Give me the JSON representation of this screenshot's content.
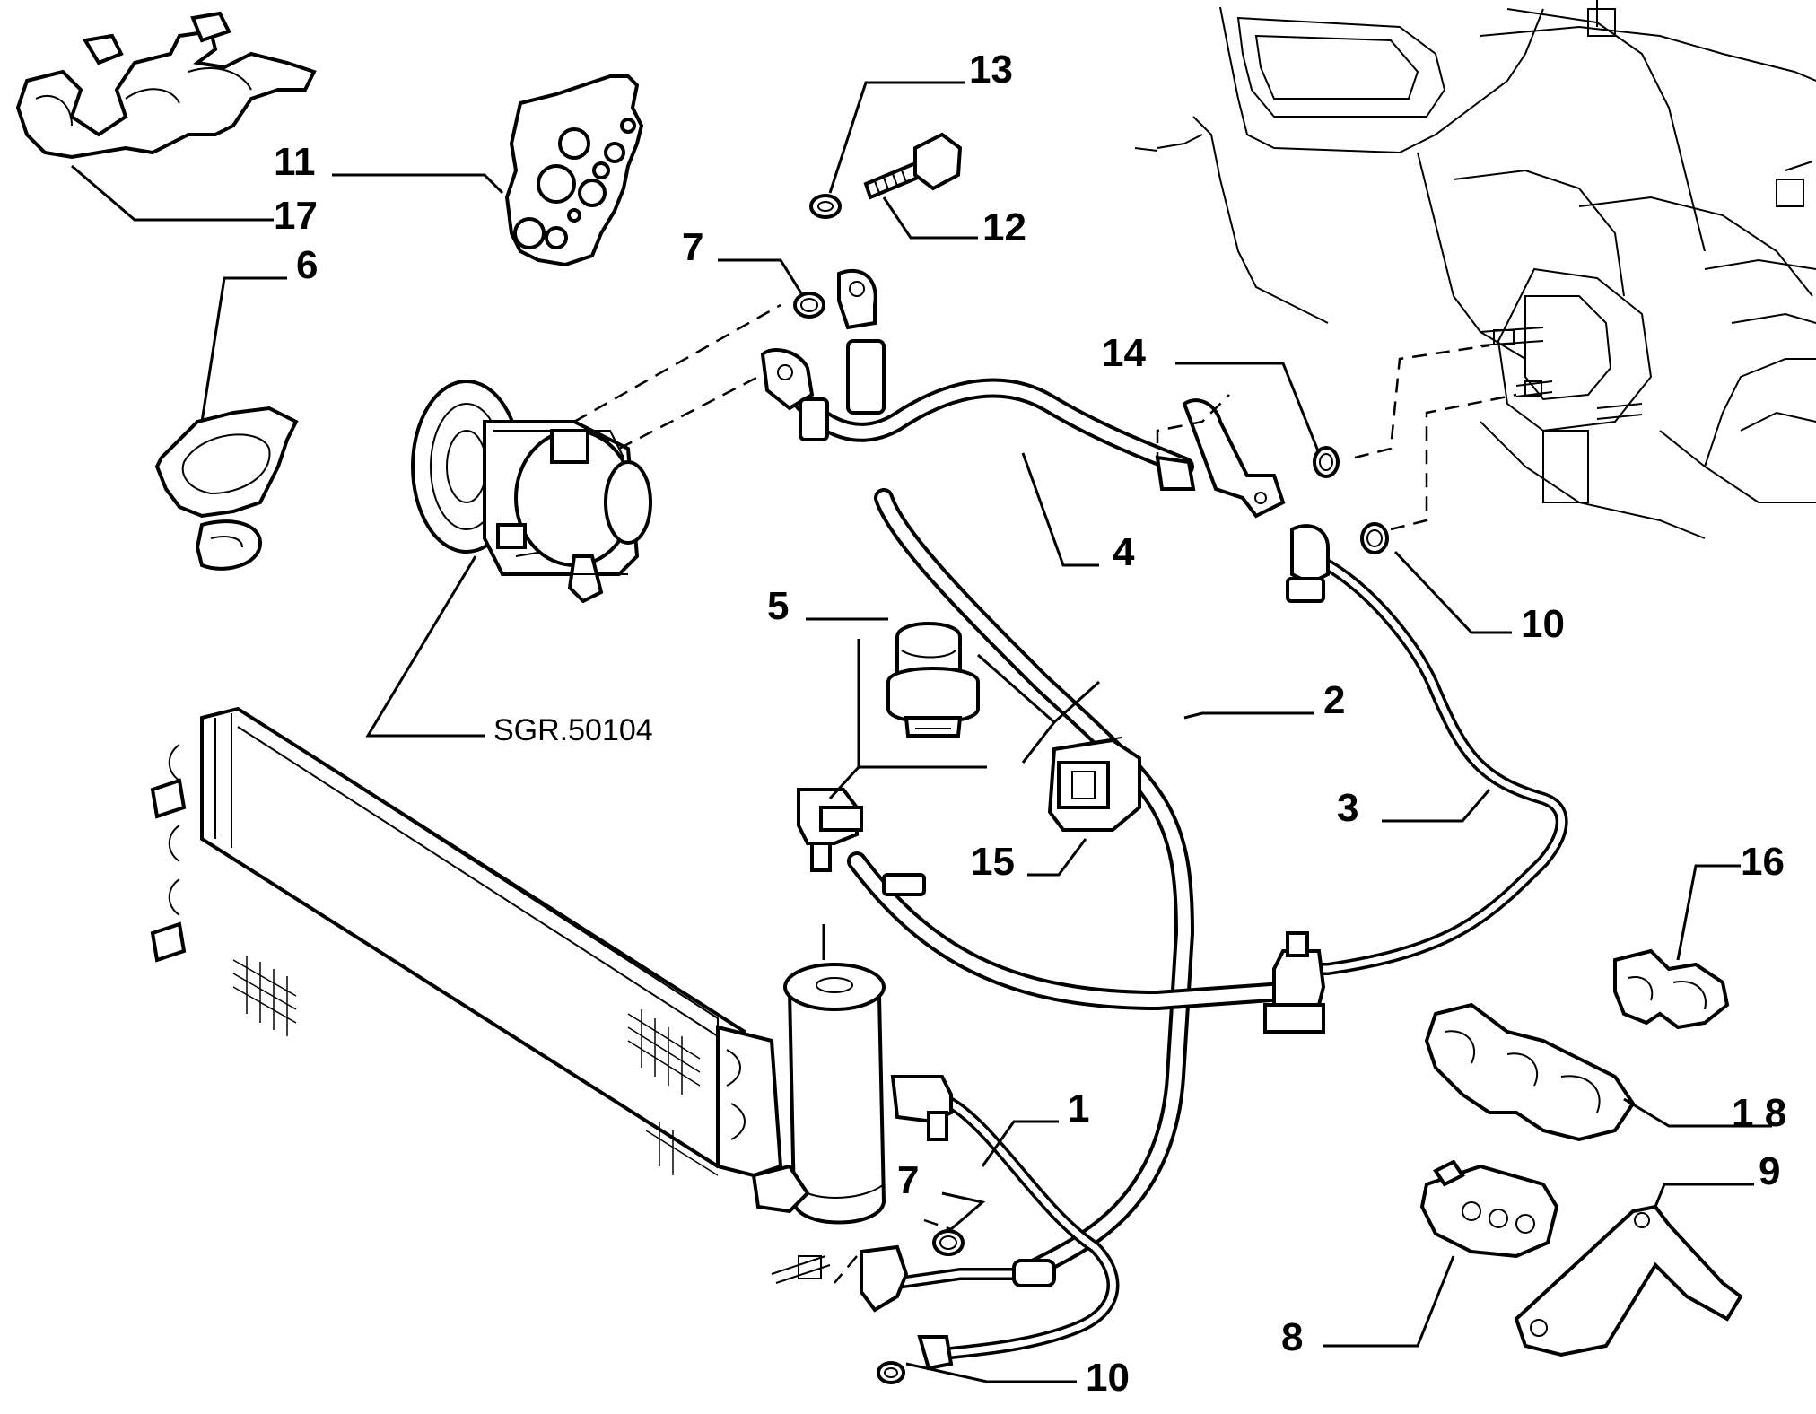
{
  "diagram": {
    "reference_label": "SGR.50104",
    "callouts": [
      {
        "id": "c1",
        "text": "1"
      },
      {
        "id": "c2",
        "text": "2"
      },
      {
        "id": "c3",
        "text": "3"
      },
      {
        "id": "c4",
        "text": "4"
      },
      {
        "id": "c5",
        "text": "5"
      },
      {
        "id": "c6",
        "text": "6"
      },
      {
        "id": "c7a",
        "text": "7"
      },
      {
        "id": "c7b",
        "text": "7"
      },
      {
        "id": "c8",
        "text": "8"
      },
      {
        "id": "c9",
        "text": "9"
      },
      {
        "id": "c10a",
        "text": "10"
      },
      {
        "id": "c10b",
        "text": "10"
      },
      {
        "id": "c11",
        "text": "11"
      },
      {
        "id": "c12",
        "text": "12"
      },
      {
        "id": "c13",
        "text": "13"
      },
      {
        "id": "c14",
        "text": "14"
      },
      {
        "id": "c15",
        "text": "15"
      },
      {
        "id": "c16",
        "text": "16"
      },
      {
        "id": "c17",
        "text": "17"
      },
      {
        "id": "c18",
        "text": "1 8"
      }
    ]
  }
}
